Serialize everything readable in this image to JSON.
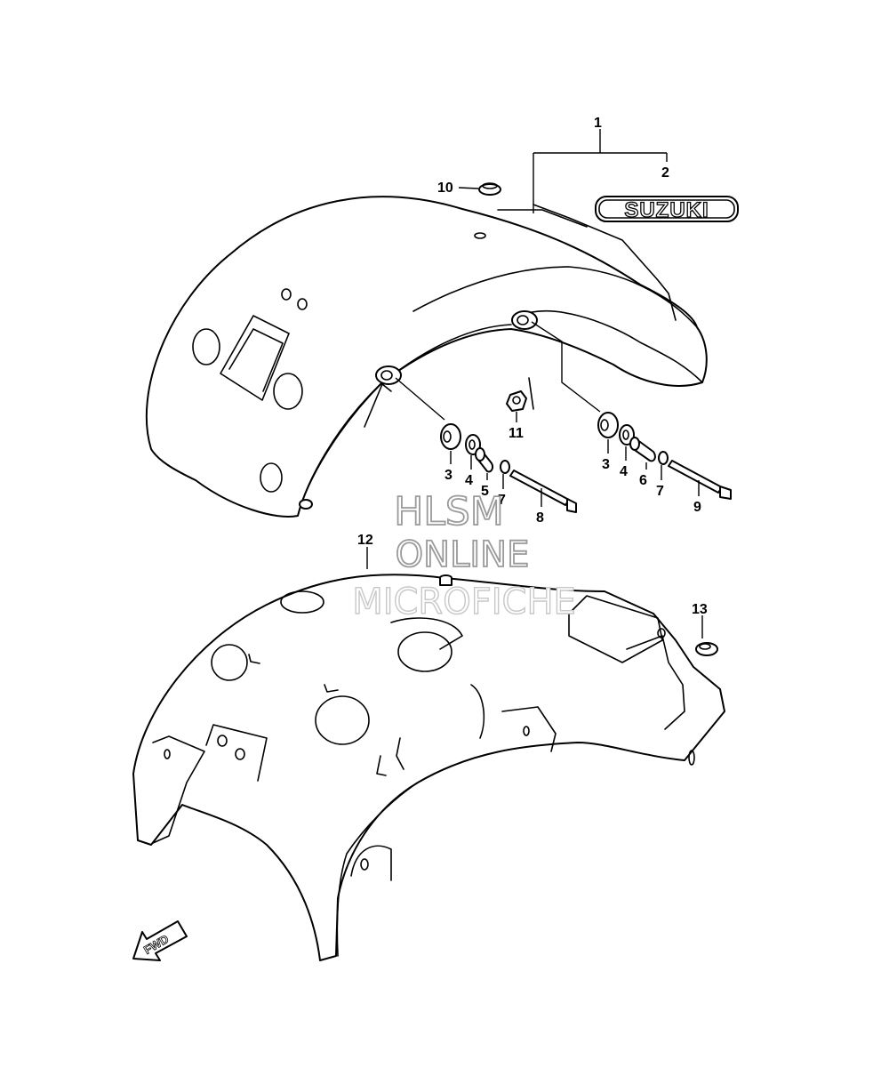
{
  "callouts": {
    "c1": "1",
    "c2": "2",
    "c3a": "3",
    "c3b": "3",
    "c4a": "4",
    "c4b": "4",
    "c5": "5",
    "c6": "6",
    "c7a": "7",
    "c7b": "7",
    "c8": "8",
    "c9": "9",
    "c10": "10",
    "c11": "11",
    "c12": "12",
    "c13": "13"
  },
  "emblem": {
    "text": "SUZUKI"
  },
  "direction": {
    "text": "FWD"
  },
  "watermark": {
    "line1": "HLSM",
    "line2": "ONLINE",
    "line3": "MICROFICHE"
  },
  "colors": {
    "line": "#000000",
    "background": "#ffffff",
    "watermark": "#9a9a9a"
  }
}
